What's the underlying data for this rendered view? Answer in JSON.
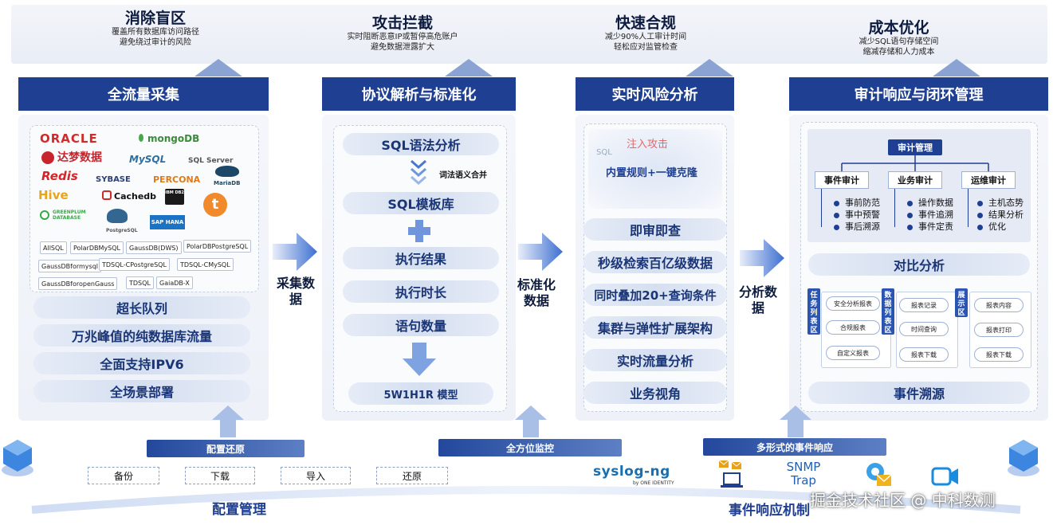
{
  "goals": [
    {
      "title": "消除盲区",
      "desc1": "覆盖所有数据库访问路径",
      "desc2": "避免绕过审计的风险"
    },
    {
      "title": "攻击拦截",
      "desc1": "实时阻断恶意IP或暂停高危账户",
      "desc2": "避免数据泄露扩大"
    },
    {
      "title": "快速合规",
      "desc1": "减少90%人工审计时间",
      "desc2": "轻松应对监管检查"
    },
    {
      "title": "成本优化",
      "desc1": "减少SQL语句存储空间",
      "desc2": "缩减存储和人力成本"
    }
  ],
  "stages": {
    "collect": {
      "title": "全流量采集",
      "logos": [
        "ORACLE",
        "mongoDB",
        "达梦数据",
        "MySQL",
        "SQL Server",
        "Redis",
        "SYBASE",
        "PERCONA",
        "MariaDB",
        "Hive",
        "Cachedb",
        "IBM DB2",
        "GREENPLUM DATABASE",
        "PostgreSQL",
        "SAP HANA",
        "t"
      ],
      "tags": [
        "AllSQL",
        "PolarDBMySQL",
        "GaussDB(DWS)",
        "PolarDBPostgreSQL",
        "GaussDBformysql",
        "TDSQL-CPostgreSQL",
        "TDSQL-CMySQL",
        "GaussDBforopenGauss",
        "TDSQL",
        "GaiaDB-X"
      ],
      "features": [
        "超长队列",
        "万兆峰值的纯数据库流量",
        "全面支持IPV6",
        "全场景部署"
      ]
    },
    "parse": {
      "title": "协议解析与标准化",
      "items": [
        "SQL语法分析",
        "SQL模板库",
        "执行结果",
        "执行时长",
        "语句数量",
        "5W1H1R 模型"
      ],
      "merge_note": "词法语义合并"
    },
    "risk": {
      "title": "实时风险分析",
      "cloud_words": [
        "注入攻击",
        "SQL"
      ],
      "rule_label": "内置规则+一键克隆",
      "items": [
        "即审即查",
        "秒级检索百亿级数据",
        "同时叠加20+查询条件",
        "集群与弹性扩展架构",
        "实时流量分析",
        "业务视角"
      ]
    },
    "audit": {
      "title": "审计响应与闭环管理",
      "mgmt": "审计管理",
      "cols": [
        {
          "name": "事件审计",
          "items": [
            "事前防范",
            "事中预警",
            "事后溯源"
          ]
        },
        {
          "name": "业务审计",
          "items": [
            "操作数据",
            "事件追溯",
            "事件定责"
          ]
        },
        {
          "name": "运维审计",
          "items": [
            "主机态势",
            "结果分析",
            "优化"
          ]
        }
      ],
      "compare": "对比分析",
      "zones": [
        {
          "label": "任务列表区",
          "btns": [
            "安全分析报表",
            "合规报表",
            "自定义报表"
          ]
        },
        {
          "label": "数据列表区",
          "btns": [
            "报表记录",
            "时间查询",
            "报表下载"
          ]
        },
        {
          "label": "展示区",
          "btns": [
            "报表内容",
            "报表打印",
            "报表下载"
          ]
        }
      ],
      "trace": "事件溯源"
    }
  },
  "flow_labels": [
    "采集数据",
    "标准化数据",
    "分析数据"
  ],
  "bottom": {
    "config_bar": "配置还原",
    "config_btns": [
      "备份",
      "下载",
      "导入",
      "还原"
    ],
    "config_title": "配置管理",
    "monitor_bar": "全方位监控",
    "event_bar": "多形式的事件响应",
    "event_title": "事件响应机制",
    "syslog": "syslog-ng",
    "syslog_sub": "by ONE IDENTITY",
    "snmp1": "SNMP",
    "snmp2": "Trap"
  },
  "watermark": "掘金技术社区 @ 中科数测",
  "colors": {
    "primary": "#1f3f92",
    "accent": "#3d6fd1"
  }
}
